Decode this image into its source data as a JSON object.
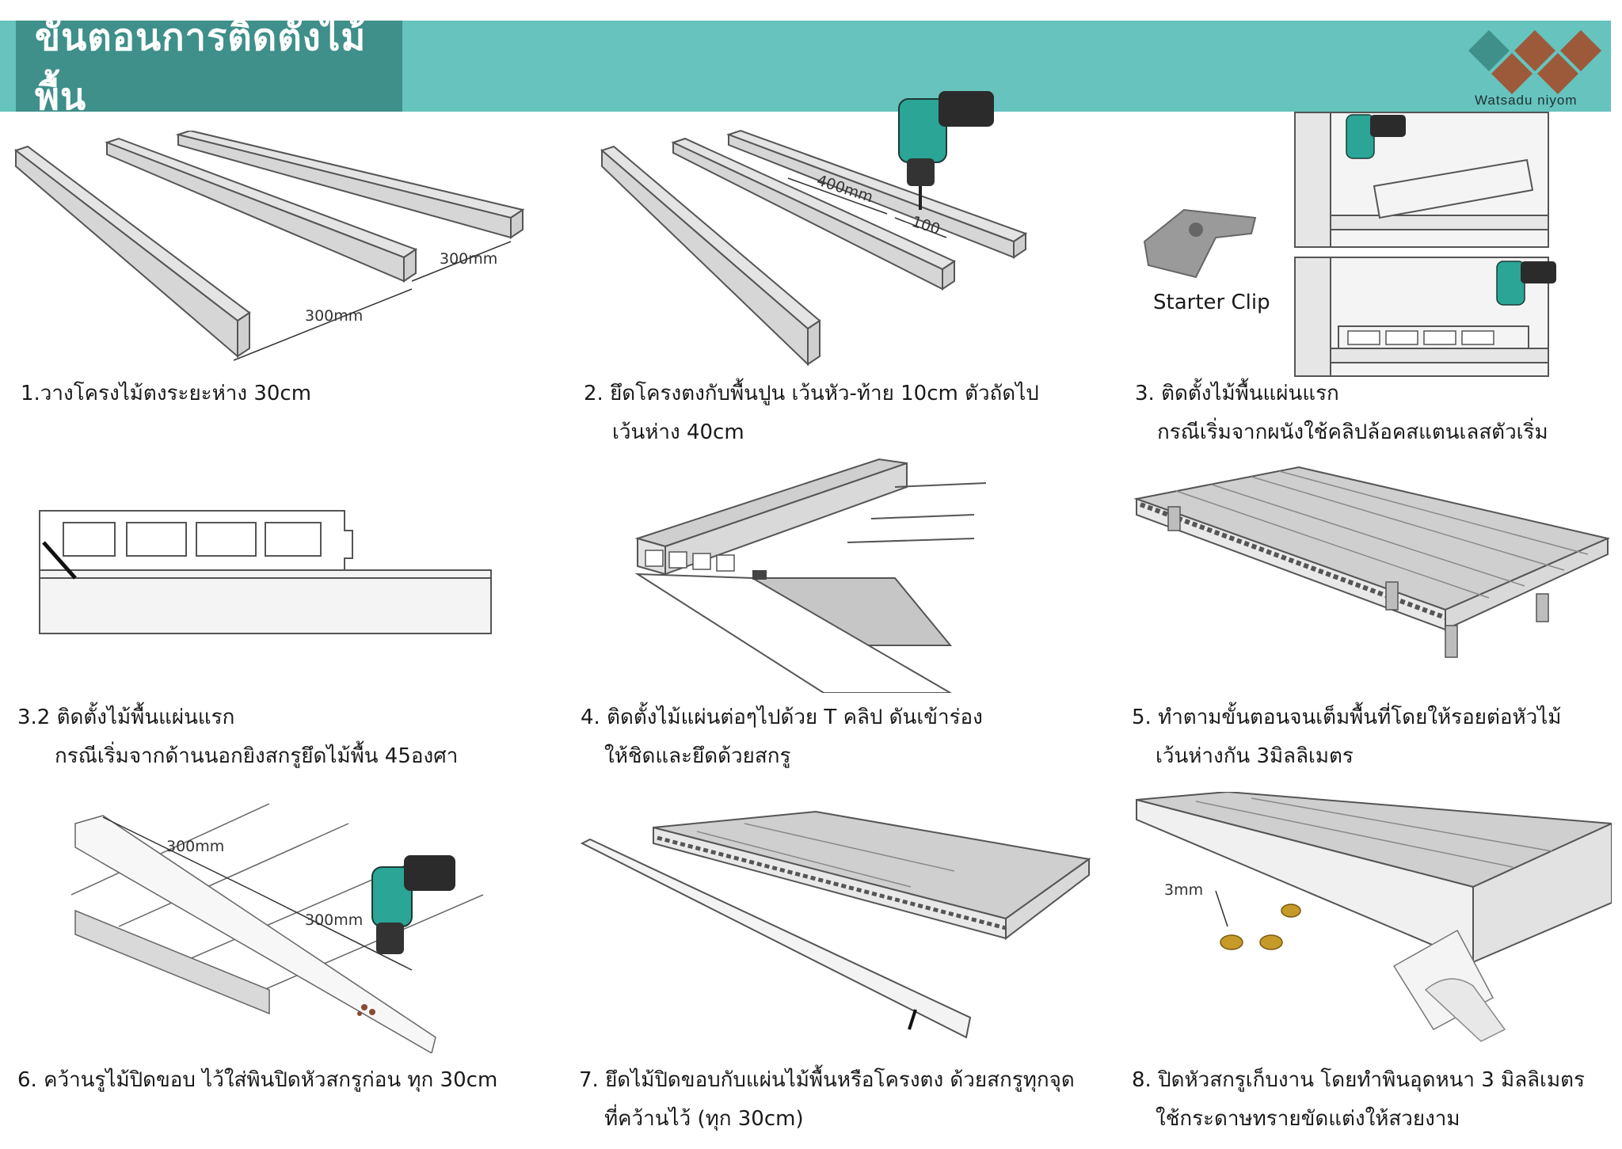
{
  "title": "ขั้นตอนการติดตั้งไม้พื้น",
  "brand": {
    "name": "Watsadu niyom",
    "colors": [
      "#3f8f8a",
      "#9c5a3a"
    ]
  },
  "colors": {
    "banner": "#66c3be",
    "title_bg": "#3f8f8a"
  },
  "labels": {
    "dim1a": "300mm",
    "dim1b": "300mm",
    "dim2a": "400mm",
    "dim2b": "100",
    "starter_clip": "Starter Clip",
    "dim6a": "300mm",
    "dim6b": "300mm",
    "dim8": "3mm"
  },
  "steps": [
    {
      "lines": [
        "1.วางโครงไม้ตงระยะห่าง 30cm"
      ]
    },
    {
      "lines": [
        "2. ยึดโครงตงกับพื้นปูน เว้นหัว-ท้าย 10cm ตัวถัดไป",
        "เว้นห่าง 40cm"
      ]
    },
    {
      "lines": [
        "3. ติดตั้งไม้พื้นแผ่นแรก",
        "กรณีเริ่มจากผนังใช้คลิปล้อคสแตนเลสตัวเริ่ม"
      ]
    },
    {
      "lines": [
        "3.2 ติดตั้งไม้พื้นแผ่นแรก",
        "กรณีเริ่มจากด้านนอกยิงสกรูยึดไม้พื้น 45องศา"
      ]
    },
    {
      "lines": [
        "4. ติดตั้งไม้แผ่นต่อๆไปด้วย T คลิป ดันเข้าร่อง",
        "ให้ชิดและยึดด้วยสกรู"
      ]
    },
    {
      "lines": [
        "5. ทำตามขั้นตอนจนเต็มพื้นที่โดยให้รอยต่อหัวไม้",
        "เว้นห่างกัน 3มิลลิเมตร"
      ]
    },
    {
      "lines": [
        "6. คว้านรูไม้ปิดขอบ ไว้ใส่พินปิดหัวสกรูก่อน ทุก 30cm"
      ]
    },
    {
      "lines": [
        "7. ยึดไม้ปิดขอบกับแผ่นไม้พื้นหรือโครงตง ด้วยสกรูทุกจุด",
        "ที่คว้านไว้ (ทุก 30cm)"
      ]
    },
    {
      "lines": [
        "8. ปิดหัวสกรูเก็บงาน โดยทำพินอุดหนา 3 มิลลิเมตร",
        "ใช้กระดาษทรายขัดแต่งให้สวยงาม"
      ]
    }
  ]
}
